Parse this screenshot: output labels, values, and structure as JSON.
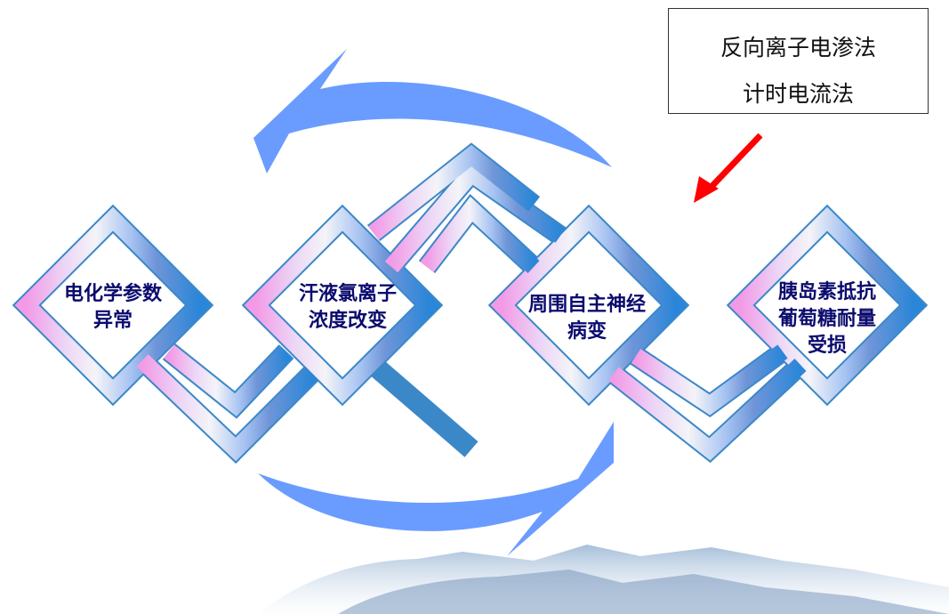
{
  "steps": [
    {
      "line1": "电化学参数",
      "line2": "异常"
    },
    {
      "line1": "汗液氯离子",
      "line2": "浓度改变"
    },
    {
      "line1": "周围自主神经",
      "line2": "病变"
    },
    {
      "line1": "胰岛素抵抗",
      "line2": "葡萄糖耐量",
      "line3": "受损"
    }
  ],
  "methods": {
    "line1": "反向离子电渗法",
    "line2": "计时电流法"
  },
  "colors": {
    "arrow_blue": "#6a9cff",
    "pointer_red": "#ff0000",
    "text": "#0b0b6e",
    "band_pink": "#ee88dd",
    "band_blue": "#2a86d8"
  }
}
